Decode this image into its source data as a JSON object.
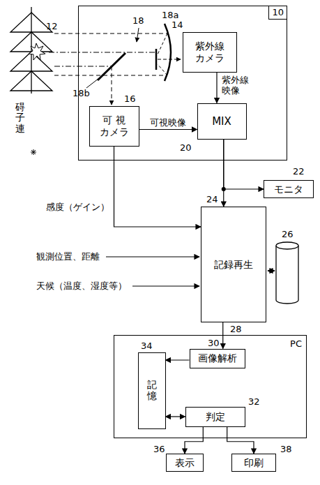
{
  "diagram": {
    "nodes": [
      {
        "text": [
          "10"
        ]
      },
      {
        "text": [
          "紫外線 カメラ"
        ],
        "in": 0
      },
      {
        "text": [
          "可 視 カメラ"
        ],
        "in": 0
      },
      {
        "text": [
          "MIX"
        ],
        "in": 0
      },
      {
        "text": [
          "モニタ"
        ]
      },
      {
        "text": [
          "記録再生"
        ]
      },
      {
        "text": [
          "PC"
        ]
      },
      {
        "text": [
          "画像解析"
        ],
        "in": 6
      },
      {
        "text": [
          "記憶"
        ],
        "in": 6
      },
      {
        "text": [
          "判定"
        ],
        "in": 6
      },
      {
        "text": [
          "表示"
        ]
      },
      {
        "text": [
          "印刷"
        ]
      }
    ],
    "edges": [
      {
        "from": 1,
        "to": 3,
        "label": "紫外線 映像",
        "arrow": "to"
      },
      {
        "from": 2,
        "to": 3,
        "label": "可視映像",
        "arrow": "to"
      },
      {
        "from": 3,
        "to": 5,
        "arrow": "to"
      },
      {
        "from": 3,
        "to": 4,
        "arrow": "to"
      },
      {
        "from": 2,
        "to": 5,
        "label": "感度（ゲイン）",
        "arrow": "to"
      },
      {
        "from": 5,
        "to": 7,
        "arrow": "to"
      },
      {
        "from": 7,
        "to": 8,
        "arrow": "to"
      },
      {
        "from": 8,
        "to": 9,
        "arrow": "both"
      },
      {
        "from": 9,
        "to": 10,
        "arrow": "to"
      },
      {
        "from": 9,
        "to": 11,
        "arrow": "to"
      }
    ],
    "labels": [
      "碍子連",
      "12",
      "18",
      "18a",
      "18b",
      "14",
      "16",
      "20",
      "22",
      "24",
      "26",
      "28",
      "30",
      "32",
      "34",
      "36",
      "38",
      "観測位置、距離",
      "天候（温度、湿度等）"
    ]
  }
}
